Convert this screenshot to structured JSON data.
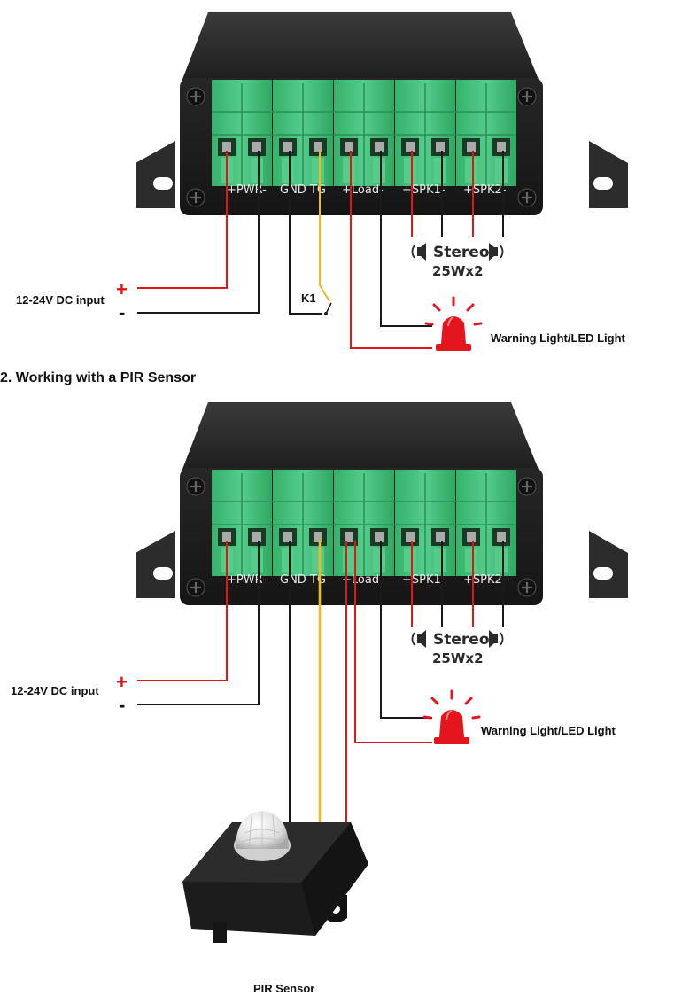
{
  "diagram1": {
    "power_label": "12-24V DC input",
    "plus_sign": "+",
    "minus_sign": "-",
    "switch_label": "K1",
    "stereo_label": "Stereo",
    "stereo_power": "25Wx2",
    "light_label": "Warning Light/LED Light",
    "terminals": {
      "pwr": "+PWR-",
      "gnd_tg": "GND TG",
      "load": "+Load-",
      "spk1": "+SPK1-",
      "spk2": "+SPK2-"
    }
  },
  "section2_title": "2. Working with a PIR Sensor",
  "diagram2": {
    "power_label": "12-24V DC input",
    "plus_sign": "+",
    "minus_sign": "-",
    "stereo_label": "Stereo",
    "stereo_power": "25Wx2",
    "light_label": "Warning Light/LED Light",
    "sensor_label": "PIR Sensor",
    "terminals": {
      "pwr": "+PWR-",
      "gnd_tg": "GND TG",
      "load": "+Load-",
      "spk1": "+SPK1-",
      "spk2": "+SPK2-"
    }
  },
  "colors": {
    "wire_red": "#e0161b",
    "wire_black": "#1a1a1a",
    "wire_yellow": "#f2b81f",
    "terminal_green": "#3fbf7a",
    "case_dark": "#2b2b2b",
    "lamp_red": "#e2161c"
  }
}
